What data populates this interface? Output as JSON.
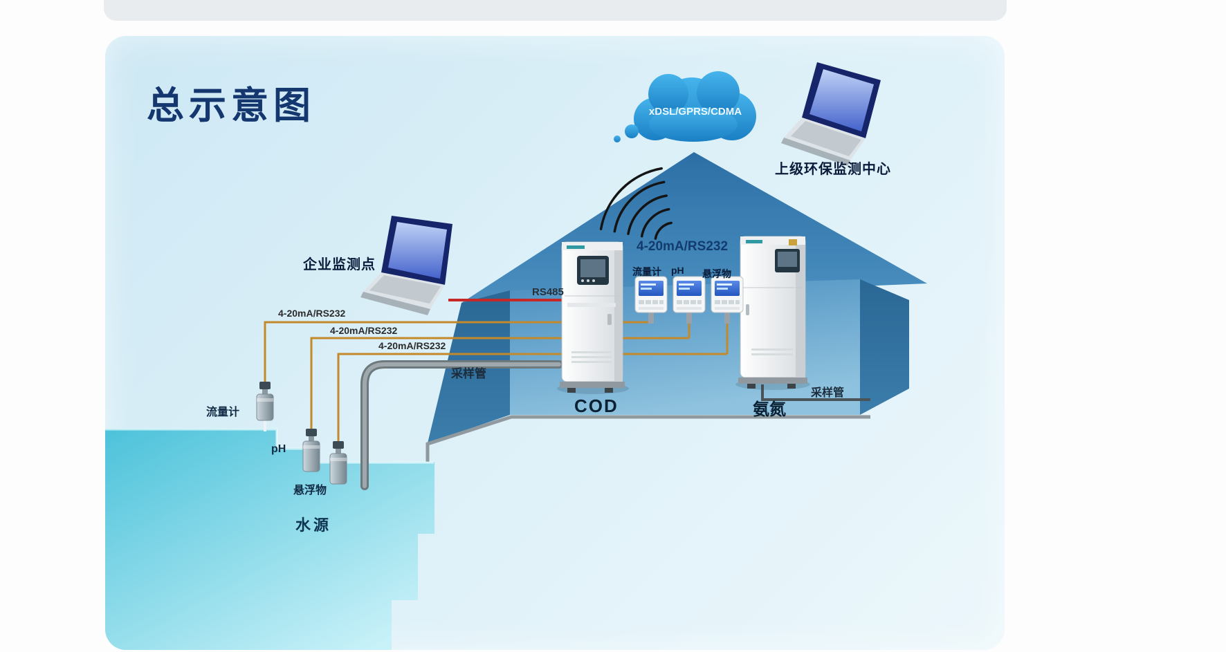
{
  "title": "总示意图",
  "cloud": {
    "label": "xDSL/GPRS/CDMA"
  },
  "sites": {
    "hq": "上级环保监测中心",
    "enterprise": "企业监测点"
  },
  "analyzers": {
    "cod": "COD",
    "ammonia": "氨氮"
  },
  "meters": {
    "flow": "流量计",
    "ph": "pH",
    "suspended": "悬浮物"
  },
  "sensors": {
    "flow": "流量计",
    "ph": "pH",
    "suspended": "悬浮物"
  },
  "connections": {
    "rs485": "RS485",
    "bus_top": "4-20mA/RS232",
    "wire_flow": "4-20mA/RS232",
    "wire_ph": "4-20mA/RS232",
    "wire_suspended": "4-20mA/RS232",
    "sample_pipe_left": "采样管",
    "sample_pipe_right": "采样管"
  },
  "water": {
    "label": "水源"
  },
  "colors": {
    "card_background": "#d9edf7",
    "title": "#15376f",
    "house_blue": "#4a8ec0",
    "cloud_blue": "#2196dd",
    "water_cyan": "#6fd2e4",
    "wire_orange": "#c3892b",
    "signal_red": "#c62828",
    "label_dark": "#0a1c3a"
  }
}
